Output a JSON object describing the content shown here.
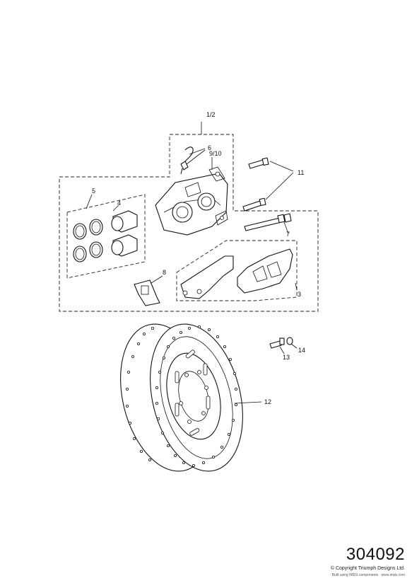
{
  "callouts": {
    "c1_2": "1/2",
    "c6": "6",
    "c9_10": "9/10",
    "c11": "11",
    "c5": "5",
    "c4": "4",
    "c7": "7",
    "c8": "8",
    "c3": "3",
    "c13": "13",
    "c14": "14",
    "c12": "12"
  },
  "footer": {
    "reference": "304092",
    "copyright": "© Copyright Triumph Designs Ltd.",
    "built_with": "Built using IMDS components · www.imds.com"
  }
}
